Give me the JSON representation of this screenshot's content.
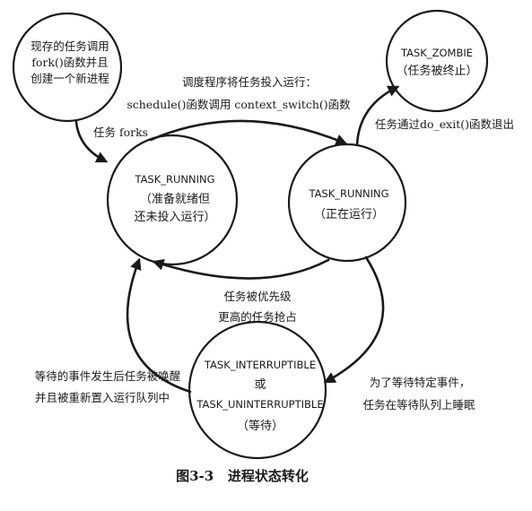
{
  "diagram": {
    "nodes": {
      "new_process": {
        "lines": [
          "现存的任务调用",
          "fork()函数并且",
          "创建一个新进程"
        ]
      },
      "zombie": {
        "title": "TASK_ZOMBIE",
        "sub": "（任务被终止）"
      },
      "ready": {
        "title": "TASK_RUNNING",
        "sub1": "（准备就绪但",
        "sub2": "还未投入运行）"
      },
      "running": {
        "title": "TASK_RUNNING",
        "sub": "（正在运行）"
      },
      "waiting": {
        "title1": "TASK_INTERRUPTIBLE",
        "or": "或",
        "title2": "TASK_UNINTERRUPTIBLE",
        "sub": "（等待）"
      }
    },
    "edges": {
      "fork": "任务 forks",
      "schedule_line1": "调度程序将任务投入运行：",
      "schedule_line2": "schedule()函数调用 context_switch()函数",
      "exit": "任务通过do_exit()函数退出",
      "preempt_line1": "任务被优先级",
      "preempt_line2": "更高的任务抢占",
      "sleep_line1": "为了等待特定事件，",
      "sleep_line2": "任务在等待队列上睡眠",
      "wake_line1": "等待的事件发生后任务被唤醒",
      "wake_line2": "并且被重新置入运行队列中"
    },
    "caption": "图3-3   进程状态转化"
  }
}
